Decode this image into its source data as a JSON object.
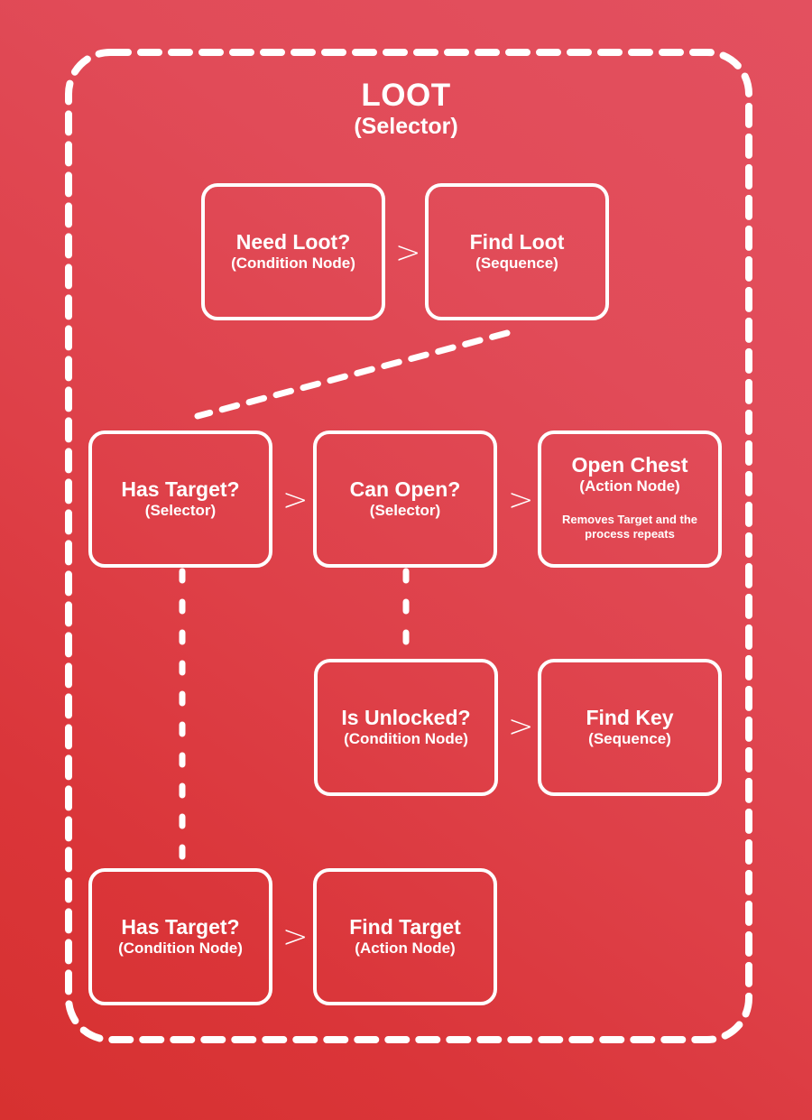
{
  "diagram": {
    "title": "LOOT",
    "subtitle": "(Selector)",
    "separator_glyph": ">",
    "colors": {
      "stroke": "#FFFFFF",
      "background_light": "#E3505F",
      "background_dark": "#D73130"
    }
  },
  "nodes": {
    "need_loot": {
      "title": "Need Loot?",
      "subtitle": "(Condition Node)"
    },
    "find_loot": {
      "title": "Find Loot",
      "subtitle": "(Sequence)"
    },
    "has_target_selector": {
      "title": "Has Target?",
      "subtitle": "(Selector)"
    },
    "can_open": {
      "title": "Can Open?",
      "subtitle": "(Selector)"
    },
    "open_chest": {
      "title": "Open Chest",
      "subtitle": "(Action Node)",
      "note": "Removes Target and the process repeats"
    },
    "is_unlocked": {
      "title": "Is Unlocked?",
      "subtitle": "(Condition Node)"
    },
    "find_key": {
      "title": "Find Key",
      "subtitle": "(Sequence)"
    },
    "has_target_condition": {
      "title": "Has Target?",
      "subtitle": "(Condition Node)"
    },
    "find_target": {
      "title": "Find Target",
      "subtitle": "(Action Node)"
    }
  },
  "separators": {
    "s1": ">",
    "s2": ">",
    "s3": ">",
    "s4": ">",
    "s5": ">"
  }
}
